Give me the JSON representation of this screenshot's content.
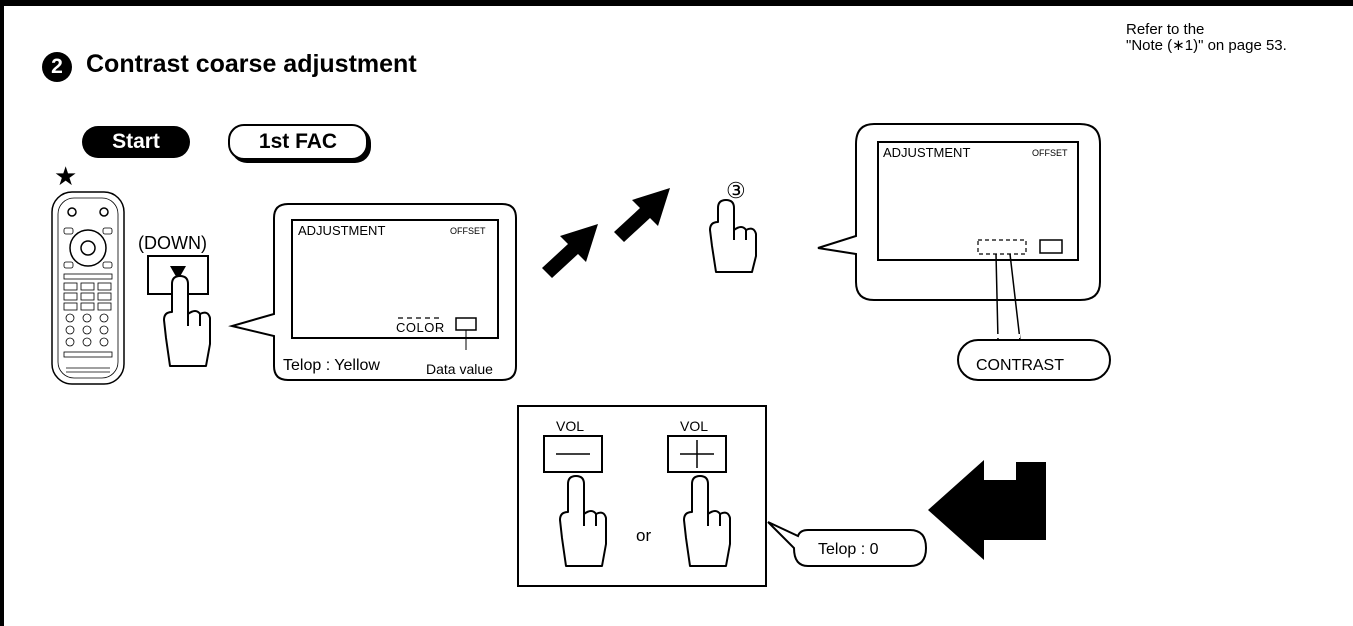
{
  "note": {
    "line1": "Refer to the",
    "line2": "\"Note (∗1)\" on page 53."
  },
  "step": {
    "number": "2",
    "title": "Contrast coarse adjustment"
  },
  "mode": {
    "start_label": "Start",
    "fac_label": "1st FAC"
  },
  "remote": {
    "star": "★",
    "down_label": "(DOWN)",
    "down_symbol": "▼"
  },
  "screen_left": {
    "header_left": "ADJUSTMENT",
    "header_right": "OFFSET",
    "item": "COLOR",
    "caption": "Telop : Yellow",
    "data_label": "Data value"
  },
  "screen_right": {
    "header_left": "ADJUSTMENT",
    "header_right": "OFFSET",
    "callout": "CONTRAST"
  },
  "step_marker": "③",
  "volume": {
    "minus_label": "VOL",
    "plus_label": "VOL",
    "or_text": "or",
    "telop": "Telop : 0"
  }
}
